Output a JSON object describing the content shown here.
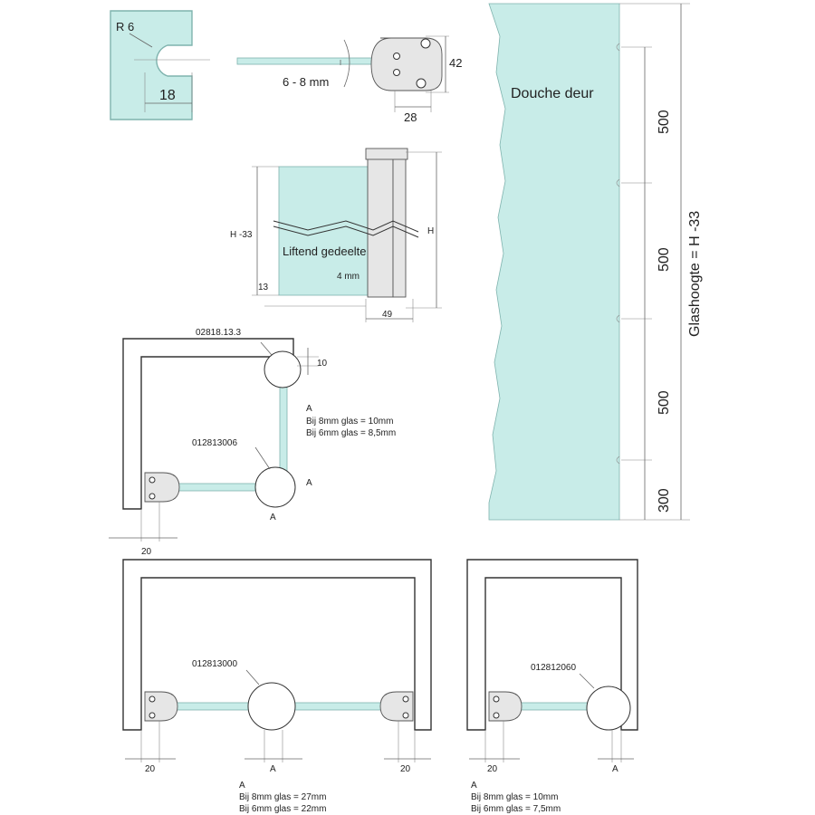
{
  "labels": {
    "r6": "R 6",
    "d18": "18",
    "glass_thickness": "6 - 8 mm",
    "d42": "42",
    "d28": "28",
    "douche_deur": "Douche deur",
    "h500_1": "500",
    "h500_2": "500",
    "h500_3": "500",
    "h300": "300",
    "glashoogte": "Glashoogte = H -33",
    "h_minus_33": "H -33",
    "h": "H",
    "liftend": "Liftend gedeelte",
    "d4mm": "4 mm",
    "d13": "13",
    "d49": "49",
    "part_02818": "02818.13.3",
    "d10": "10",
    "a_note_title_1": "A",
    "a_note_line1_1": "Bij 8mm glas = 10mm",
    "a_note_line2_1": "Bij 6mm glas = 8,5mm",
    "part_012813006": "012813006",
    "a_side": "A",
    "a_bottom_1": "A",
    "d20_top": "20",
    "part_012813000": "012813000",
    "d20_bl": "20",
    "a_bottom_2": "A",
    "d20_br": "20",
    "a_note_title_2": "A",
    "a_note_line1_2": "Bij 8mm glas = 27mm",
    "a_note_line2_2": "Bij 6mm glas = 22mm",
    "part_012812060": "012812060",
    "d20_r": "20",
    "a_bottom_3": "A",
    "a_note_title_3": "A",
    "a_note_line1_3": "Bij 8mm glas = 10mm",
    "a_note_line2_3": "Bij 6mm glas = 7,5mm"
  },
  "colors": {
    "glass": "#c8ece8",
    "line": "#333333"
  }
}
